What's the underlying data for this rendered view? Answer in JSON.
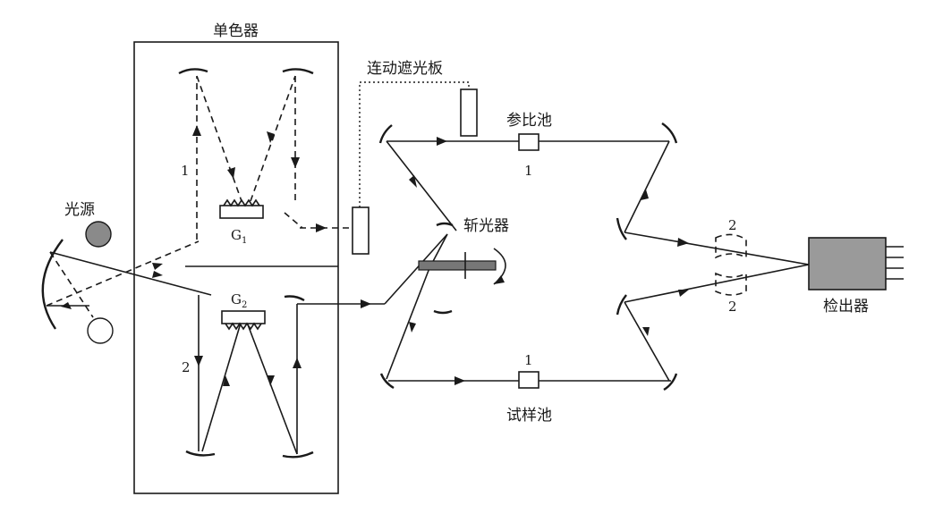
{
  "labels": {
    "monochromator": "单色器",
    "linked_shutter": "连动遮光板",
    "light_source": "光源",
    "reference_cell": "参比池",
    "chopper": "斩光器",
    "sample_cell": "试样池",
    "detector": "检出器",
    "grating1": "G",
    "grating1_sub": "1",
    "grating2": "G",
    "grating2_sub": "2",
    "path1_left": "1",
    "path2_left": "2",
    "ref_path": "1",
    "sample_path": "1",
    "det_upper": "2",
    "det_lower": "2"
  }
}
